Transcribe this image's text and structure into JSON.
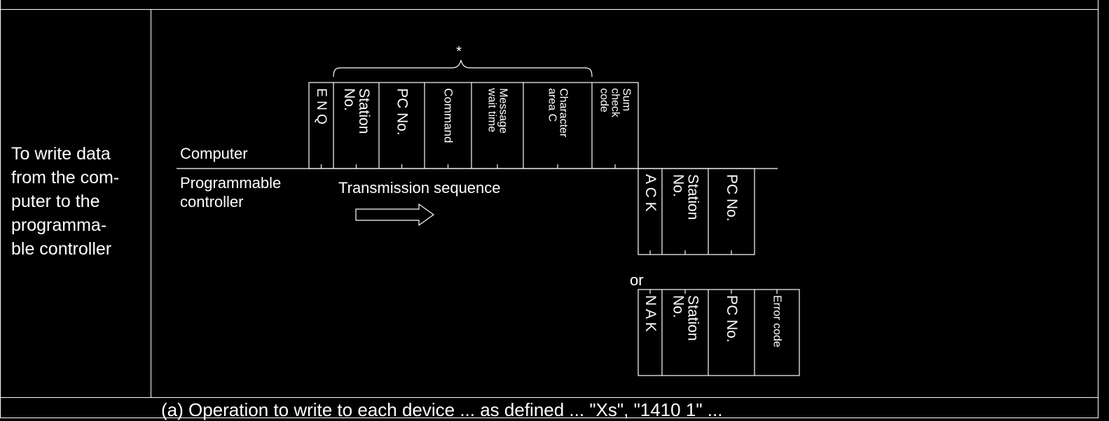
{
  "description": {
    "text": "To write data\nfrom the com-\nputer to the\nprogramma-\nble controller"
  },
  "diagram": {
    "asterisk": "*",
    "computer_label": "Computer",
    "plc_label": "Programmable\ncontroller",
    "sequence_label": "Transmission sequence",
    "or_label": "or",
    "send_frame": [
      "E N Q",
      "Station\nNo.",
      "PC No.",
      "Command",
      "Message\nwait time",
      "Character\narea C",
      "Sum\ncheck\ncode"
    ],
    "ack_frame": [
      "A C K",
      "Station\nNo.",
      "PC No."
    ],
    "nak_frame": [
      "N A K",
      "Station\nNo.",
      "PC No.",
      "Error code"
    ]
  },
  "footer": {
    "text": "(a) Operation to write to each device ... as defined ... \"Xs\", \"1410 1\" ... "
  }
}
